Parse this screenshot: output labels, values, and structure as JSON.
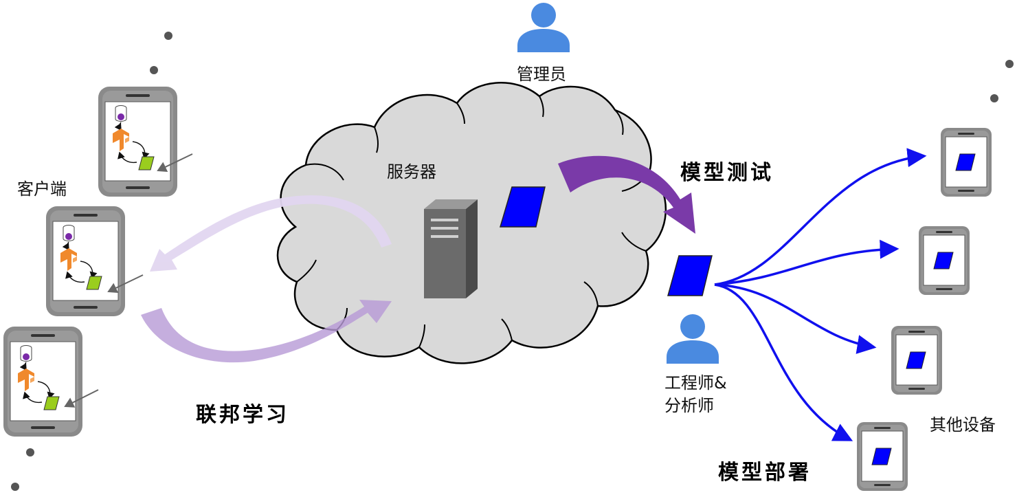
{
  "labels": {
    "admin": "管理员",
    "server": "服务器",
    "clients": "客户端",
    "engineer_line1": "工程师&",
    "engineer_line2": "分析师",
    "other_devices": "其他设备",
    "model_testing": "模型测试",
    "federated_learning": "联邦学习",
    "model_deployment": "模型部署"
  },
  "colors": {
    "cloud_fill": "#d9d9d9",
    "person_icon": "#4a8ae0",
    "model_blue": "#0000ff",
    "model_green": "#9acd1e",
    "deploy_arrow": "#1010ee",
    "test_arrow": "#7a3aa8",
    "fl_arrow_dark": "#b79ad6",
    "fl_arrow_light": "#e2d6f0",
    "phone_frame": "#808080",
    "tf_orange": "#f0892c",
    "db_purple": "#7a2aa8"
  },
  "icons": [
    "person-icon",
    "server-tower-icon",
    "cloud-icon",
    "phone-icon",
    "database-icon",
    "tensorflow-icon",
    "model-parallelogram-icon"
  ]
}
